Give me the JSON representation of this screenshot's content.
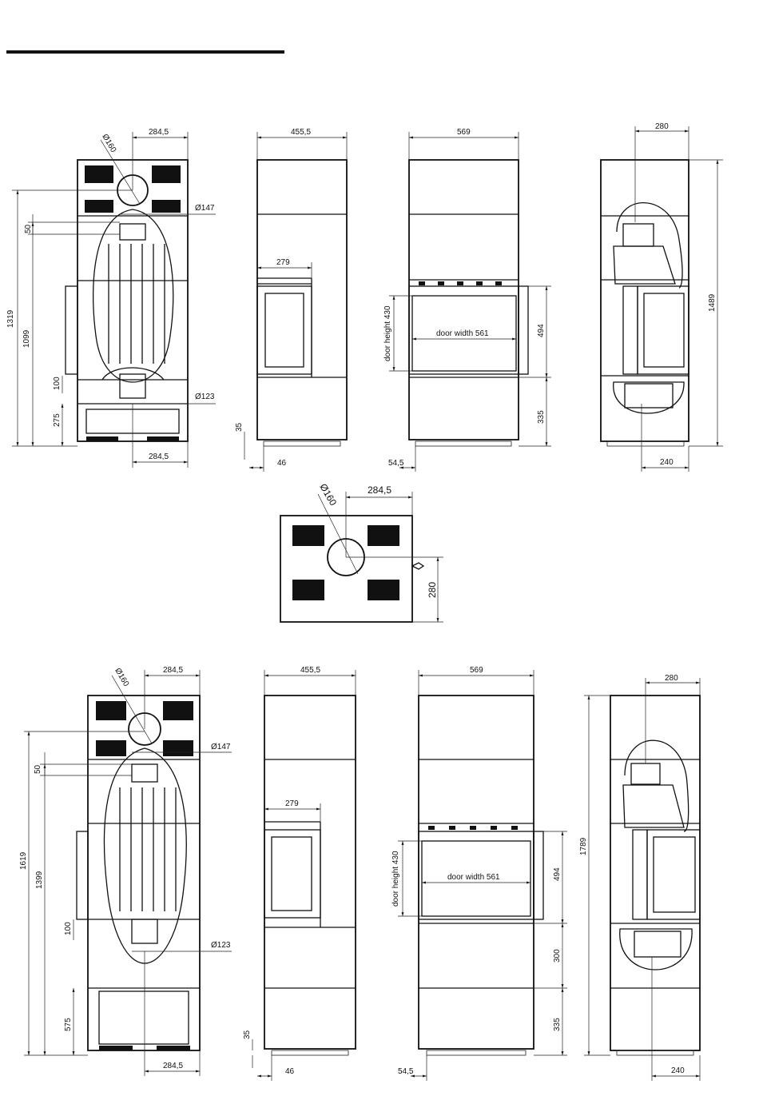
{
  "labels": {
    "d160": "Ø160",
    "d147": "Ø147",
    "d123": "Ø123",
    "w284": "284,5",
    "w455": "455,5",
    "w569": "569",
    "w280": "280",
    "w279": "279",
    "w240": "240",
    "w46": "46",
    "w54": "54,5",
    "h1319": "1319",
    "h1099": "1099",
    "h1619": "1619",
    "h1399": "1399",
    "h1489": "1489",
    "h1789": "1789",
    "h50": "50",
    "h100": "100",
    "h275": "275",
    "h575": "575",
    "h35": "35",
    "h335": "335",
    "h300": "300",
    "h494": "494",
    "h280": "280",
    "door_height": "door height 430",
    "door_width": "door width 561"
  }
}
